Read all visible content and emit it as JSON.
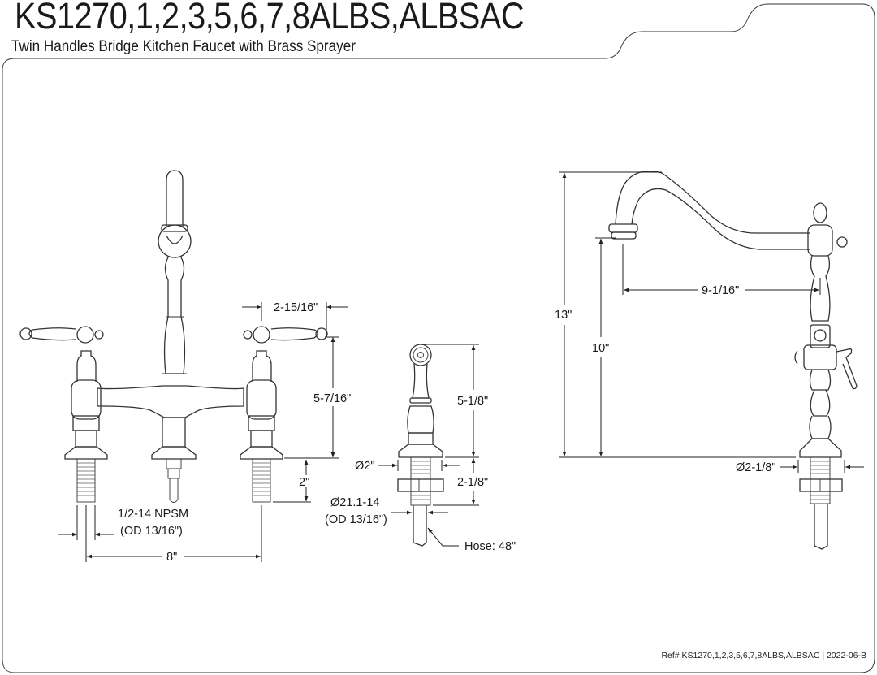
{
  "header": {
    "title": "KS1270,1,2,3,5,6,7,8ALBS,ALBSAC",
    "subtitle": "Twin Handles Bridge Kitchen Faucet with Brass Sprayer"
  },
  "bridge_faucet_dims": {
    "handle_reach": "2-15/16\"",
    "body_height": "5-7/16\"",
    "shank_length": "2\"",
    "thread_spec": "1/2-14 NPSM",
    "thread_od": "(OD 13/16\")",
    "center_spacing": "8\""
  },
  "sprayer_dims": {
    "height": "5-1/8\"",
    "base_diameter": "Ø2\"",
    "shank_length": "2-1/8\"",
    "thread_spec": "Ø21.1-14",
    "thread_od": "(OD 13/16\")",
    "hose": "Hose: 48\""
  },
  "side_view_dims": {
    "total_height": "13\"",
    "spout_clearance": "10\"",
    "spout_reach": "9-1/16\"",
    "base_diameter": "Ø2-1/8\""
  },
  "footer": {
    "reference": "Ref# KS1270,1,2,3,5,6,7,8ALBS,ALBSAC | 2022-06-B"
  }
}
